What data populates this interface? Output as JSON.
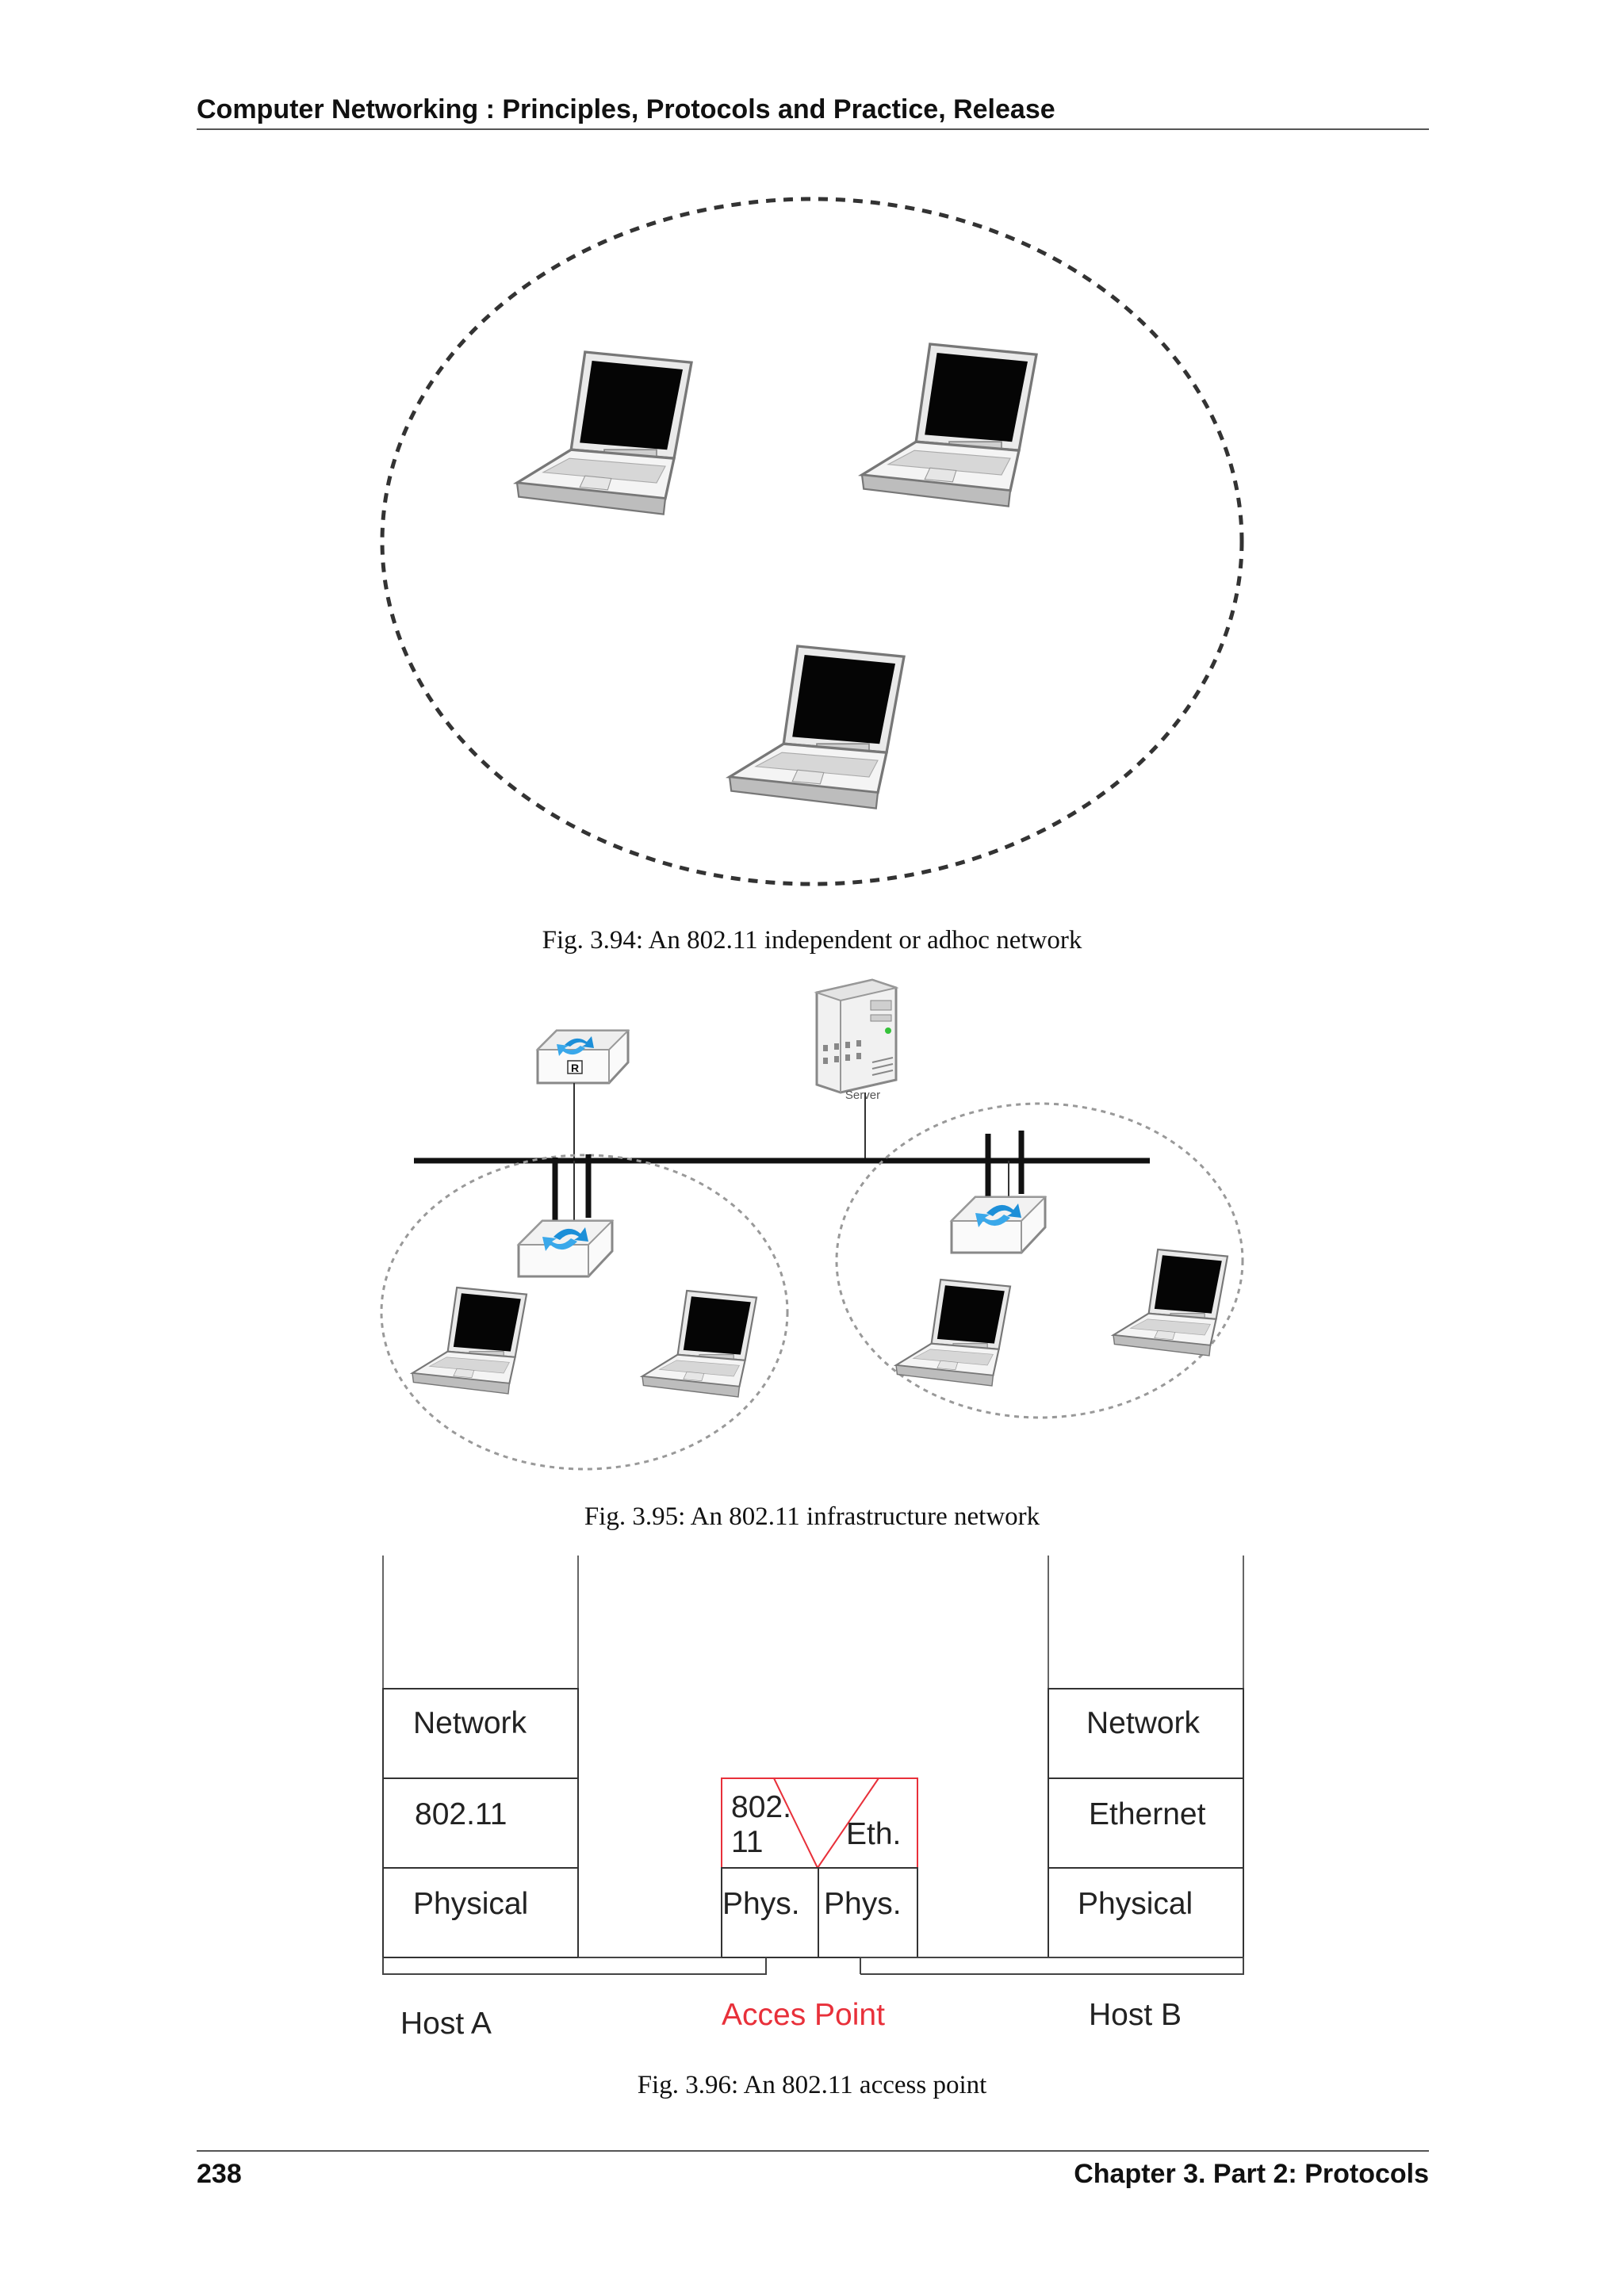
{
  "header": {
    "title": "Computer Networking : Principles, Protocols and Practice, Release"
  },
  "figures": {
    "adhoc": {
      "caption": "Fig.  3.94: An 802.11 independent or adhoc network"
    },
    "infrastructure": {
      "caption": "Fig.  3.95: An 802.11 infrastructure network",
      "server_label": "Server",
      "router_label": "R"
    },
    "access_point": {
      "caption": "Fig.  3.96: An 802.11 access point",
      "host_a": {
        "name": "Host A",
        "layers": [
          "Network",
          "802.11",
          "Physical"
        ]
      },
      "host_b": {
        "name": "Host B",
        "layers": [
          "Network",
          "Ethernet",
          "Physical"
        ]
      },
      "ap": {
        "name": "Acces Point",
        "wifi_top": "802.",
        "wifi_bottom": "11",
        "eth": "Eth.",
        "phys_left": "Phys.",
        "phys_right": "Phys."
      }
    }
  },
  "footer": {
    "page_number": "238",
    "chapter": "Chapter 3.  Part 2: Protocols"
  },
  "colors": {
    "accent_red": "#e8303a",
    "text": "#111111",
    "screen": "#050505"
  }
}
